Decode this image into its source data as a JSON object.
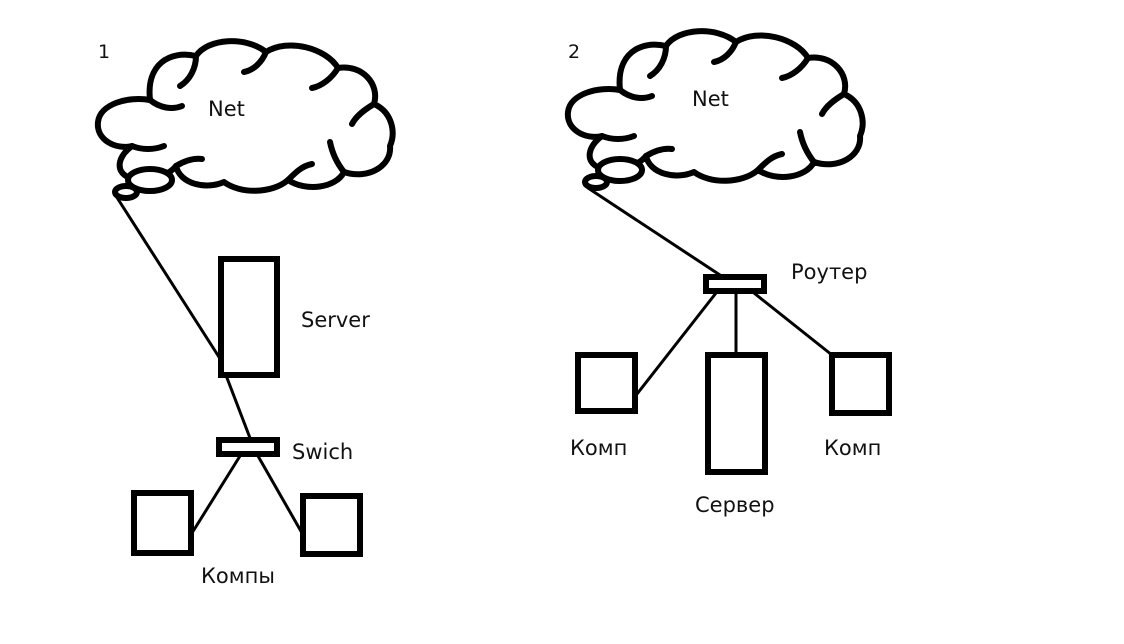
{
  "page": {
    "title": "Network topology diagrams",
    "background_color": "#ffffff",
    "stroke_color": "#000000",
    "text_color": "#111111"
  },
  "diagrams": [
    {
      "number": "1",
      "cloud_label": "Net",
      "nodes": [
        {
          "key": "server",
          "label": "Server",
          "shape": "tall-rectangle"
        },
        {
          "key": "switch",
          "label": "Swich",
          "shape": "flat-bar"
        },
        {
          "key": "computers",
          "label": "Компы",
          "shape": "square-pair"
        }
      ]
    },
    {
      "number": "2",
      "cloud_label": "Net",
      "nodes": [
        {
          "key": "router",
          "label": "Роутер",
          "shape": "flat-bar"
        },
        {
          "key": "computer_left",
          "label": "Комп",
          "shape": "square"
        },
        {
          "key": "server",
          "label": "Сервер",
          "shape": "tall-rectangle"
        },
        {
          "key": "computer_right",
          "label": "Комп",
          "shape": "square"
        }
      ]
    }
  ],
  "labels": {
    "d1_number": "1",
    "d1_cloud": "Net",
    "d1_server": "Server",
    "d1_switch": "Swich",
    "d1_computers": "Компы",
    "d2_number": "2",
    "d2_cloud": "Net",
    "d2_router": "Роутер",
    "d2_comp_left": "Комп",
    "d2_server": "Сервер",
    "d2_comp_right": "Комп"
  }
}
